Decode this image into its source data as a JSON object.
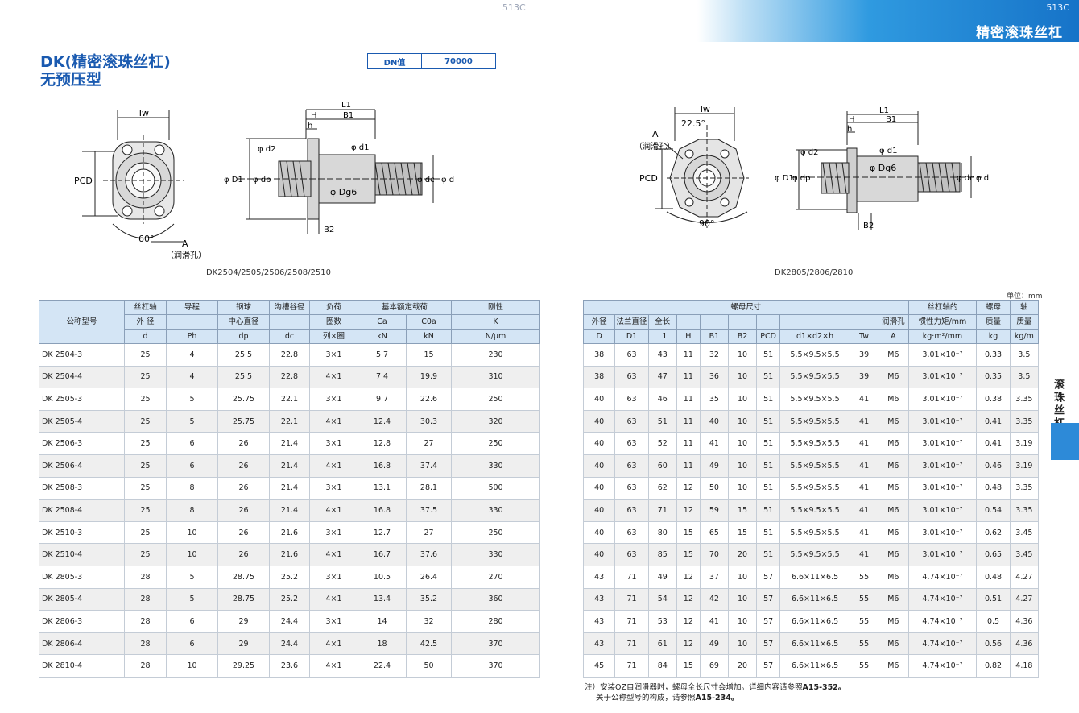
{
  "page": {
    "left_num": "513C",
    "right_num": "513C",
    "banner_title": "精密滚珠丝杠",
    "main_title_line1": "DK(精密滚珠丝杠)",
    "main_title_line2": "无预压型",
    "dn_label": "DN值",
    "dn_value": "70000",
    "fig1_caption": "DK2504/2505/2506/2508/2510",
    "fig2_caption": "DK2805/2806/2810",
    "unit": "单位：mm",
    "side_tab": "滚珠丝杠",
    "note1_pre": "注）安装OZ自润滑器时，螺母全长尺寸会增加。详细内容请参照",
    "note1_ref": "A15-352。",
    "note2_pre": "关于公称型号的构成，请参照",
    "note2_ref": "A15-234。"
  },
  "figure_labels": {
    "tw": "Tw",
    "pcd": "PCD",
    "a": "A",
    "oil_hole": "（润滑孔）",
    "angle60": "60°",
    "angle225": "22.5°",
    "angle90": "90°",
    "l1": "L1",
    "h": "H",
    "b1": "B1",
    "hh": "h",
    "d2": "φ d2",
    "d1": "φ d1",
    "D1": "φ D1",
    "dp": "φ dp",
    "dg6": "φ Dg6",
    "dc": "φ dc",
    "d": "φ d",
    "b2": "B2"
  },
  "table": {
    "left_head1": [
      "公称型号",
      "丝杠轴",
      "导程",
      "钢球",
      "沟槽谷径",
      "负荷",
      "基本额定载荷",
      "刚性"
    ],
    "left_head2": [
      "外 径",
      "",
      "中心直径",
      "",
      "圈数",
      "Ca",
      "C0a",
      "K"
    ],
    "left_head3": [
      "d",
      "Ph",
      "dp",
      "dc",
      "列×圈",
      "kN",
      "kN",
      "N/μm"
    ],
    "right_group": "螺母尺寸",
    "right_head2": [
      "外径",
      "法兰直径",
      "全长",
      "",
      "",
      "",
      "",
      "",
      "",
      "润滑孔"
    ],
    "right_head3": [
      "D",
      "D1",
      "L1",
      "H",
      "B1",
      "B2",
      "PCD",
      "d1×d2×h",
      "Tw",
      "A"
    ],
    "tail_head1": [
      "丝杠轴的",
      "螺母",
      "轴"
    ],
    "tail_head2": [
      "惯性力矩/mm",
      "质量",
      "质量"
    ],
    "tail_head3": [
      "kg·m²/mm",
      "kg",
      "kg/m"
    ],
    "rows": [
      [
        "DK 2504-3",
        "25",
        "4",
        "25.5",
        "22.8",
        "3×1",
        "5.7",
        "15",
        "230",
        "38",
        "63",
        "43",
        "11",
        "32",
        "10",
        "51",
        "5.5×9.5×5.5",
        "39",
        "M6",
        "3.01×10⁻⁷",
        "0.33",
        "3.5"
      ],
      [
        "DK 2504-4",
        "25",
        "4",
        "25.5",
        "22.8",
        "4×1",
        "7.4",
        "19.9",
        "310",
        "38",
        "63",
        "47",
        "11",
        "36",
        "10",
        "51",
        "5.5×9.5×5.5",
        "39",
        "M6",
        "3.01×10⁻⁷",
        "0.35",
        "3.5"
      ],
      [
        "DK 2505-3",
        "25",
        "5",
        "25.75",
        "22.1",
        "3×1",
        "9.7",
        "22.6",
        "250",
        "40",
        "63",
        "46",
        "11",
        "35",
        "10",
        "51",
        "5.5×9.5×5.5",
        "41",
        "M6",
        "3.01×10⁻⁷",
        "0.38",
        "3.35"
      ],
      [
        "DK 2505-4",
        "25",
        "5",
        "25.75",
        "22.1",
        "4×1",
        "12.4",
        "30.3",
        "320",
        "40",
        "63",
        "51",
        "11",
        "40",
        "10",
        "51",
        "5.5×9.5×5.5",
        "41",
        "M6",
        "3.01×10⁻⁷",
        "0.41",
        "3.35"
      ],
      [
        "DK 2506-3",
        "25",
        "6",
        "26",
        "21.4",
        "3×1",
        "12.8",
        "27",
        "250",
        "40",
        "63",
        "52",
        "11",
        "41",
        "10",
        "51",
        "5.5×9.5×5.5",
        "41",
        "M6",
        "3.01×10⁻⁷",
        "0.41",
        "3.19"
      ],
      [
        "DK 2506-4",
        "25",
        "6",
        "26",
        "21.4",
        "4×1",
        "16.8",
        "37.4",
        "330",
        "40",
        "63",
        "60",
        "11",
        "49",
        "10",
        "51",
        "5.5×9.5×5.5",
        "41",
        "M6",
        "3.01×10⁻⁷",
        "0.46",
        "3.19"
      ],
      [
        "DK 2508-3",
        "25",
        "8",
        "26",
        "21.4",
        "3×1",
        "13.1",
        "28.1",
        "500",
        "40",
        "63",
        "62",
        "12",
        "50",
        "10",
        "51",
        "5.5×9.5×5.5",
        "41",
        "M6",
        "3.01×10⁻⁷",
        "0.48",
        "3.35"
      ],
      [
        "DK 2508-4",
        "25",
        "8",
        "26",
        "21.4",
        "4×1",
        "16.8",
        "37.5",
        "330",
        "40",
        "63",
        "71",
        "12",
        "59",
        "15",
        "51",
        "5.5×9.5×5.5",
        "41",
        "M6",
        "3.01×10⁻⁷",
        "0.54",
        "3.35"
      ],
      [
        "DK 2510-3",
        "25",
        "10",
        "26",
        "21.6",
        "3×1",
        "12.7",
        "27",
        "250",
        "40",
        "63",
        "80",
        "15",
        "65",
        "15",
        "51",
        "5.5×9.5×5.5",
        "41",
        "M6",
        "3.01×10⁻⁷",
        "0.62",
        "3.45"
      ],
      [
        "DK 2510-4",
        "25",
        "10",
        "26",
        "21.6",
        "4×1",
        "16.7",
        "37.6",
        "330",
        "40",
        "63",
        "85",
        "15",
        "70",
        "20",
        "51",
        "5.5×9.5×5.5",
        "41",
        "M6",
        "3.01×10⁻⁷",
        "0.65",
        "3.45"
      ],
      [
        "DK 2805-3",
        "28",
        "5",
        "28.75",
        "25.2",
        "3×1",
        "10.5",
        "26.4",
        "270",
        "43",
        "71",
        "49",
        "12",
        "37",
        "10",
        "57",
        "6.6×11×6.5",
        "55",
        "M6",
        "4.74×10⁻⁷",
        "0.48",
        "4.27"
      ],
      [
        "DK 2805-4",
        "28",
        "5",
        "28.75",
        "25.2",
        "4×1",
        "13.4",
        "35.2",
        "360",
        "43",
        "71",
        "54",
        "12",
        "42",
        "10",
        "57",
        "6.6×11×6.5",
        "55",
        "M6",
        "4.74×10⁻⁷",
        "0.51",
        "4.27"
      ],
      [
        "DK 2806-3",
        "28",
        "6",
        "29",
        "24.4",
        "3×1",
        "14",
        "32",
        "280",
        "43",
        "71",
        "53",
        "12",
        "41",
        "10",
        "57",
        "6.6×11×6.5",
        "55",
        "M6",
        "4.74×10⁻⁷",
        "0.5",
        "4.36"
      ],
      [
        "DK 2806-4",
        "28",
        "6",
        "29",
        "24.4",
        "4×1",
        "18",
        "42.5",
        "370",
        "43",
        "71",
        "61",
        "12",
        "49",
        "10",
        "57",
        "6.6×11×6.5",
        "55",
        "M6",
        "4.74×10⁻⁷",
        "0.56",
        "4.36"
      ],
      [
        "DK 2810-4",
        "28",
        "10",
        "29.25",
        "23.6",
        "4×1",
        "22.4",
        "50",
        "370",
        "45",
        "71",
        "84",
        "15",
        "69",
        "20",
        "57",
        "6.6×11×6.5",
        "55",
        "M6",
        "4.74×10⁻⁷",
        "0.82",
        "4.18"
      ]
    ]
  }
}
